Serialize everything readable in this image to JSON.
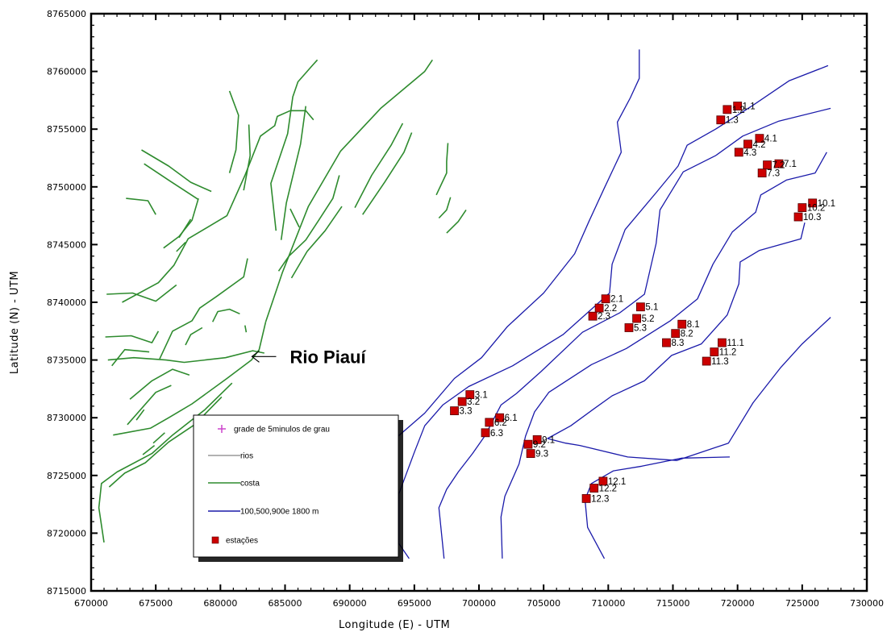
{
  "chart_data": {
    "type": "map",
    "xlabel": "Longitude (E) - UTM",
    "ylabel": "Latitude (N) - UTM",
    "xlim": [
      670000,
      730000
    ],
    "ylim": [
      8715000,
      8765000
    ],
    "x_ticks": [
      "670000",
      "675000",
      "680000",
      "685000",
      "690000",
      "695000",
      "700000",
      "705000",
      "710000",
      "715000",
      "720000",
      "725000",
      "730000"
    ],
    "y_ticks": [
      "8715000",
      "8720000",
      "8725000",
      "8730000",
      "8735000",
      "8740000",
      "8745000",
      "8750000",
      "8755000",
      "8760000",
      "8765000"
    ],
    "annotation": {
      "text": "Rio Piauí",
      "x": 684500,
      "y": 8735300
    },
    "colors": {
      "coast": "#2e8b2e",
      "isobath": "#1a1aaa",
      "station": "#cc0000",
      "grid": "#cc44cc"
    },
    "legend": [
      {
        "label": "grade de 5minulos de grau",
        "symbol": "plus",
        "color": "#cc44cc"
      },
      {
        "label": "rios",
        "symbol": "line",
        "color": "#999999"
      },
      {
        "label": "costa",
        "symbol": "line",
        "color": "#2e8b2e"
      },
      {
        "label": "100,500,900e 1800 m",
        "symbol": "line",
        "color": "#1a1aaa"
      },
      {
        "label": "estações",
        "symbol": "square",
        "color": "#cc0000"
      }
    ],
    "stations": [
      {
        "name": "1.1",
        "x": 720000,
        "y": 8757000
      },
      {
        "name": "1.2",
        "x": 719200,
        "y": 8756700
      },
      {
        "name": "1.3",
        "x": 718700,
        "y": 8755800
      },
      {
        "name": "2.1",
        "x": 709800,
        "y": 8740300
      },
      {
        "name": "2.2",
        "x": 709300,
        "y": 8739500
      },
      {
        "name": "2.3",
        "x": 708800,
        "y": 8738800
      },
      {
        "name": "3.1",
        "x": 699300,
        "y": 8732000
      },
      {
        "name": "3.2",
        "x": 698700,
        "y": 8731400
      },
      {
        "name": "3.3",
        "x": 698100,
        "y": 8730600
      },
      {
        "name": "4.1",
        "x": 721700,
        "y": 8754200
      },
      {
        "name": "4.2",
        "x": 720800,
        "y": 8753700
      },
      {
        "name": "4.3",
        "x": 720100,
        "y": 8753000
      },
      {
        "name": "5.1",
        "x": 712500,
        "y": 8739600
      },
      {
        "name": "5.2",
        "x": 712200,
        "y": 8738600
      },
      {
        "name": "5.3",
        "x": 711600,
        "y": 8737800
      },
      {
        "name": "6.1",
        "x": 701600,
        "y": 8730000
      },
      {
        "name": "6.2",
        "x": 700800,
        "y": 8729600
      },
      {
        "name": "6.3",
        "x": 700500,
        "y": 8728700
      },
      {
        "name": "7.1",
        "x": 723200,
        "y": 8752000
      },
      {
        "name": "7.2",
        "x": 722300,
        "y": 8751900
      },
      {
        "name": "7.3",
        "x": 721900,
        "y": 8751200
      },
      {
        "name": "8.1",
        "x": 715700,
        "y": 8738100
      },
      {
        "name": "8.2",
        "x": 715200,
        "y": 8737300
      },
      {
        "name": "8.3",
        "x": 714500,
        "y": 8736500
      },
      {
        "name": "9.1",
        "x": 704500,
        "y": 8728100
      },
      {
        "name": "9.2",
        "x": 703800,
        "y": 8727700
      },
      {
        "name": "9.3",
        "x": 704000,
        "y": 8726900
      },
      {
        "name": "10.1",
        "x": 725800,
        "y": 8748600
      },
      {
        "name": "10.2",
        "x": 725000,
        "y": 8748200
      },
      {
        "name": "10.3",
        "x": 724700,
        "y": 8747400
      },
      {
        "name": "11.1",
        "x": 718800,
        "y": 8736500
      },
      {
        "name": "11.2",
        "x": 718200,
        "y": 8735700
      },
      {
        "name": "11.3",
        "x": 717600,
        "y": 8734900
      },
      {
        "name": "12.1",
        "x": 709600,
        "y": 8724500
      },
      {
        "name": "12.2",
        "x": 708900,
        "y": 8723900
      },
      {
        "name": "12.3",
        "x": 708300,
        "y": 8723000
      }
    ],
    "isobaths": [
      [
        [
          712400,
          8761900
        ],
        [
          712400,
          8759400
        ],
        [
          711700,
          8757700
        ],
        [
          710700,
          8755600
        ],
        [
          711000,
          8753000
        ],
        [
          709700,
          8749900
        ],
        [
          708500,
          8747000
        ],
        [
          707400,
          8744200
        ],
        [
          705000,
          8740800
        ],
        [
          702200,
          8737900
        ],
        [
          700200,
          8735200
        ],
        [
          698100,
          8733400
        ],
        [
          695800,
          8730400
        ],
        [
          692200,
          8726900
        ],
        [
          690300,
          8723200
        ]
      ],
      [
        [
          727000,
          8760500
        ],
        [
          724000,
          8759200
        ],
        [
          721100,
          8757000
        ],
        [
          718300,
          8755000
        ],
        [
          716100,
          8753600
        ],
        [
          715400,
          8751800
        ],
        [
          713700,
          8749500
        ],
        [
          711300,
          8746300
        ],
        [
          710300,
          8743300
        ],
        [
          710100,
          8740800
        ],
        [
          706500,
          8737200
        ],
        [
          702600,
          8734500
        ],
        [
          699200,
          8732700
        ],
        [
          697200,
          8731100
        ],
        [
          695800,
          8729300
        ],
        [
          695000,
          8727000
        ],
        [
          693800,
          8723400
        ],
        [
          693800,
          8719100
        ],
        [
          694600,
          8717800
        ]
      ],
      [
        [
          727200,
          8756800
        ],
        [
          723200,
          8755700
        ],
        [
          720400,
          8754400
        ],
        [
          718300,
          8752700
        ],
        [
          715800,
          8751300
        ],
        [
          714000,
          8748000
        ],
        [
          713700,
          8745100
        ],
        [
          712800,
          8740700
        ],
        [
          710900,
          8739100
        ],
        [
          708000,
          8737400
        ],
        [
          704800,
          8734000
        ],
        [
          702900,
          8732100
        ],
        [
          701700,
          8731100
        ],
        [
          701100,
          8729800
        ],
        [
          700500,
          8728500
        ],
        [
          699500,
          8726900
        ],
        [
          698400,
          8725300
        ],
        [
          697500,
          8723800
        ],
        [
          696900,
          8722200
        ],
        [
          697300,
          8717800
        ]
      ],
      [
        [
          726900,
          8753000
        ],
        [
          726000,
          8751200
        ],
        [
          723800,
          8750600
        ],
        [
          721800,
          8749300
        ],
        [
          721400,
          8747800
        ],
        [
          719600,
          8746100
        ],
        [
          718100,
          8743300
        ],
        [
          716900,
          8740300
        ],
        [
          714800,
          8738400
        ],
        [
          711400,
          8736000
        ],
        [
          708700,
          8734600
        ],
        [
          705400,
          8732200
        ],
        [
          704300,
          8730500
        ],
        [
          703600,
          8728400
        ],
        [
          703100,
          8726000
        ],
        [
          702000,
          8723200
        ],
        [
          701700,
          8721400
        ],
        [
          701800,
          8717800
        ]
      ],
      [
        [
          725200,
          8746900
        ],
        [
          724900,
          8745500
        ],
        [
          721700,
          8744500
        ],
        [
          720200,
          8743500
        ],
        [
          720100,
          8741600
        ],
        [
          719200,
          8738900
        ],
        [
          717200,
          8736400
        ],
        [
          714900,
          8735400
        ],
        [
          712800,
          8733200
        ],
        [
          710300,
          8731900
        ],
        [
          708800,
          8730700
        ],
        [
          707100,
          8729300
        ],
        [
          705300,
          8728200
        ],
        [
          706700,
          8727800
        ],
        [
          707800,
          8727600
        ],
        [
          711500,
          8726600
        ],
        [
          715300,
          8726300
        ],
        [
          719300,
          8727800
        ],
        [
          721200,
          8731300
        ],
        [
          723300,
          8734300
        ],
        [
          725000,
          8736400
        ],
        [
          727200,
          8738700
        ]
      ],
      [
        [
          719400,
          8726600
        ],
        [
          715700,
          8726500
        ],
        [
          712600,
          8725800
        ],
        [
          710400,
          8725400
        ],
        [
          708700,
          8724300
        ],
        [
          708200,
          8722900
        ],
        [
          708400,
          8720500
        ],
        [
          709700,
          8717800
        ]
      ]
    ],
    "coast_lines": [
      [
        [
          683500,
          8738300
        ],
        [
          684800,
          8742600
        ],
        [
          686800,
          8748300
        ],
        [
          689300,
          8753100
        ],
        [
          692400,
          8756800
        ],
        [
          695800,
          8760000
        ],
        [
          696400,
          8761000
        ]
      ],
      [
        [
          683500,
          8738300
        ],
        [
          683000,
          8735900
        ],
        [
          682400,
          8735000
        ],
        [
          680500,
          8733400
        ],
        [
          677800,
          8731200
        ],
        [
          676000,
          8730000
        ],
        [
          674600,
          8729100
        ],
        [
          671700,
          8728500
        ]
      ],
      [
        [
          672400,
          8740000
        ],
        [
          675200,
          8741700
        ],
        [
          676400,
          8743200
        ],
        [
          677500,
          8745500
        ],
        [
          680500,
          8747500
        ],
        [
          681900,
          8751000
        ],
        [
          683100,
          8754400
        ],
        [
          684200,
          8755300
        ],
        [
          684400,
          8756100
        ],
        [
          685400,
          8756600
        ],
        [
          686600,
          8756600
        ],
        [
          687200,
          8755800
        ]
      ],
      [
        [
          675300,
          8735100
        ],
        [
          676300,
          8737500
        ],
        [
          677800,
          8738400
        ],
        [
          678400,
          8739500
        ],
        [
          679700,
          8740500
        ],
        [
          681800,
          8742200
        ],
        [
          682100,
          8743800
        ]
      ],
      [
        [
          671300,
          8735000
        ],
        [
          673300,
          8735200
        ],
        [
          675800,
          8735000
        ],
        [
          677200,
          8734800
        ],
        [
          680400,
          8735200
        ],
        [
          682500,
          8735800
        ],
        [
          683400,
          8735600
        ]
      ],
      [
        [
          671100,
          8737000
        ],
        [
          673100,
          8737100
        ],
        [
          674700,
          8736500
        ],
        [
          675200,
          8737500
        ]
      ],
      [
        [
          673900,
          8753200
        ],
        [
          676000,
          8751800
        ],
        [
          677700,
          8750400
        ],
        [
          679300,
          8749600
        ]
      ],
      [
        [
          674100,
          8752000
        ],
        [
          676100,
          8750500
        ],
        [
          678300,
          8748900
        ]
      ],
      [
        [
          675600,
          8744700
        ],
        [
          676800,
          8745700
        ],
        [
          677800,
          8747100
        ],
        [
          678300,
          8749000
        ]
      ],
      [
        [
          676600,
          8744400
        ],
        [
          677300,
          8745200
        ]
      ],
      [
        [
          680700,
          8751200
        ],
        [
          681200,
          8753200
        ],
        [
          681400,
          8756200
        ],
        [
          680700,
          8758300
        ]
      ],
      [
        [
          681800,
          8749700
        ],
        [
          682300,
          8752700
        ],
        [
          682200,
          8755400
        ]
      ],
      [
        [
          684300,
          8746200
        ],
        [
          683900,
          8750300
        ],
        [
          685200,
          8754600
        ],
        [
          685600,
          8757800
        ],
        [
          686000,
          8759100
        ],
        [
          687100,
          8760500
        ],
        [
          687500,
          8761000
        ]
      ],
      [
        [
          684700,
          8745400
        ],
        [
          685100,
          8748600
        ],
        [
          686200,
          8753700
        ],
        [
          686600,
          8757000
        ]
      ],
      [
        [
          684500,
          8742700
        ],
        [
          685300,
          8744000
        ],
        [
          686600,
          8745400
        ],
        [
          687600,
          8747100
        ],
        [
          688700,
          8749000
        ],
        [
          689200,
          8751000
        ]
      ],
      [
        [
          685500,
          8742100
        ],
        [
          686700,
          8744400
        ],
        [
          688100,
          8746200
        ],
        [
          689400,
          8748300
        ]
      ],
      [
        [
          686100,
          8746500
        ],
        [
          685400,
          8748100
        ]
      ],
      [
        [
          680100,
          8731800
        ],
        [
          678000,
          8729400
        ],
        [
          676000,
          8727900
        ],
        [
          674200,
          8726100
        ],
        [
          672600,
          8725200
        ],
        [
          671400,
          8724000
        ]
      ],
      [
        [
          680900,
          8733000
        ],
        [
          678800,
          8730700
        ],
        [
          676300,
          8728500
        ],
        [
          674700,
          8726900
        ],
        [
          672000,
          8725300
        ],
        [
          670800,
          8724300
        ],
        [
          670600,
          8722200
        ],
        [
          671000,
          8719200
        ]
      ],
      [
        [
          673000,
          8731600
        ],
        [
          674700,
          8733200
        ],
        [
          676300,
          8734200
        ],
        [
          677600,
          8733700
        ]
      ],
      [
        [
          672800,
          8729400
        ],
        [
          675000,
          8732200
        ],
        [
          676200,
          8732800
        ]
      ],
      [
        [
          671600,
          8734500
        ],
        [
          672600,
          8735900
        ],
        [
          674500,
          8735700
        ]
      ],
      [
        [
          673500,
          8729800
        ],
        [
          674100,
          8730700
        ]
      ],
      [
        [
          674800,
          8727800
        ],
        [
          675700,
          8728700
        ]
      ],
      [
        [
          674000,
          8726800
        ],
        [
          674900,
          8727600
        ]
      ],
      [
        [
          679400,
          8738300
        ],
        [
          679800,
          8739200
        ],
        [
          680700,
          8739400
        ],
        [
          681500,
          8739000
        ]
      ],
      [
        [
          681900,
          8738000
        ],
        [
          682000,
          8737400
        ]
      ],
      [
        [
          677300,
          8736300
        ],
        [
          677700,
          8737200
        ],
        [
          678600,
          8737800
        ]
      ],
      [
        [
          690400,
          8748200
        ],
        [
          691700,
          8751000
        ],
        [
          693200,
          8753600
        ],
        [
          694100,
          8755500
        ]
      ],
      [
        [
          691000,
          8747600
        ],
        [
          692700,
          8750400
        ],
        [
          694200,
          8753000
        ],
        [
          694800,
          8754700
        ]
      ],
      [
        [
          696700,
          8749300
        ],
        [
          697500,
          8751200
        ],
        [
          697500,
          8752200
        ],
        [
          697600,
          8753800
        ]
      ],
      [
        [
          696900,
          8747300
        ],
        [
          697500,
          8748000
        ],
        [
          697800,
          8749100
        ]
      ],
      [
        [
          697500,
          8746000
        ],
        [
          698400,
          8747000
        ],
        [
          699000,
          8748000
        ]
      ],
      [
        [
          671200,
          8740700
        ],
        [
          673200,
          8740800
        ],
        [
          675000,
          8740100
        ],
        [
          676600,
          8741500
        ]
      ],
      [
        [
          672700,
          8749000
        ],
        [
          674400,
          8748800
        ],
        [
          675000,
          8747600
        ]
      ],
      [
        [
          676800,
          8745600
        ],
        [
          677700,
          8747200
        ]
      ]
    ]
  }
}
